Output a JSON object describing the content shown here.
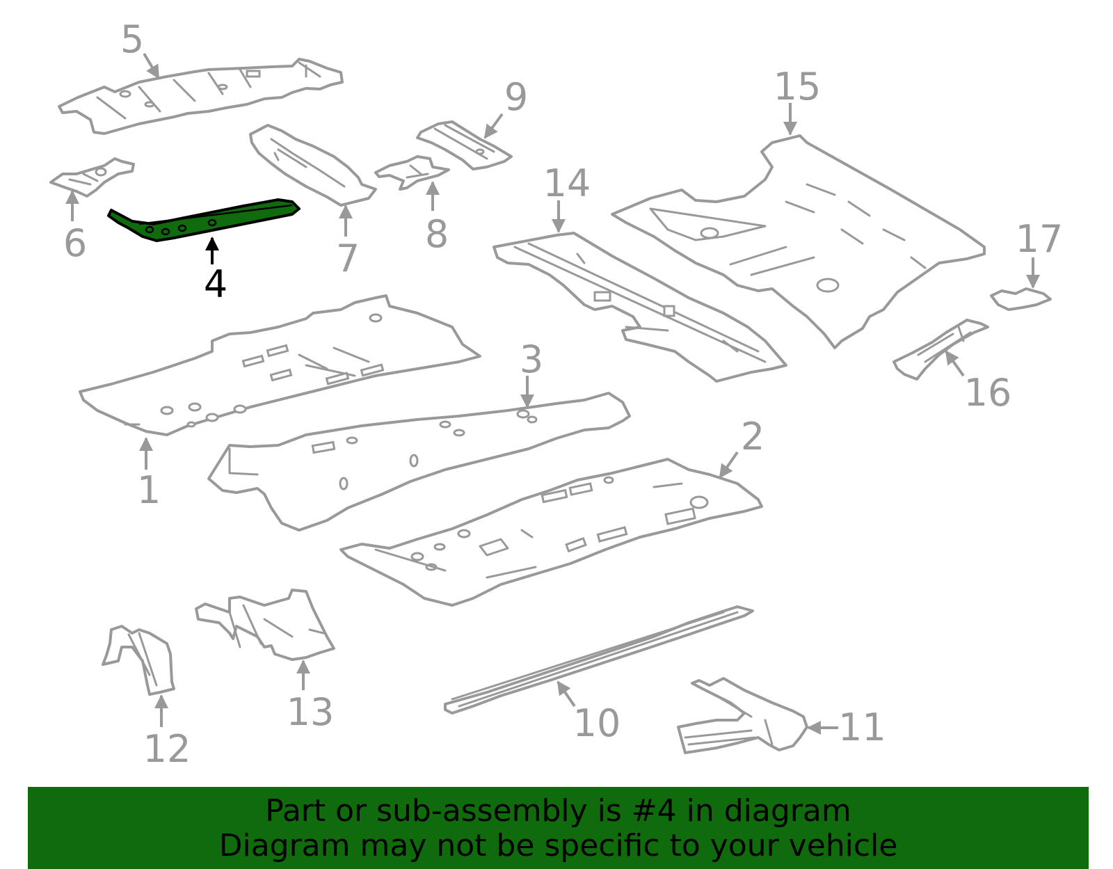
{
  "diagram": {
    "highlighted_part": "4",
    "callouts": [
      {
        "id": "c1",
        "label": "1"
      },
      {
        "id": "c2",
        "label": "2"
      },
      {
        "id": "c3",
        "label": "3"
      },
      {
        "id": "c4",
        "label": "4"
      },
      {
        "id": "c5",
        "label": "5"
      },
      {
        "id": "c6",
        "label": "6"
      },
      {
        "id": "c7",
        "label": "7"
      },
      {
        "id": "c8",
        "label": "8"
      },
      {
        "id": "c9",
        "label": "9"
      },
      {
        "id": "c10",
        "label": "10"
      },
      {
        "id": "c11",
        "label": "11"
      },
      {
        "id": "c12",
        "label": "12"
      },
      {
        "id": "c13",
        "label": "13"
      },
      {
        "id": "c14",
        "label": "14"
      },
      {
        "id": "c15",
        "label": "15"
      },
      {
        "id": "c16",
        "label": "16"
      },
      {
        "id": "c17",
        "label": "17"
      }
    ]
  },
  "banner": {
    "line1": "Part or sub-assembly is #4 in diagram",
    "line2": "Diagram may not be specific to your vehicle",
    "color": "#0f6b0c"
  },
  "colors": {
    "part_outline": "#999999",
    "highlight_fill": "#0f6b0c",
    "highlight_outline": "#000000"
  }
}
